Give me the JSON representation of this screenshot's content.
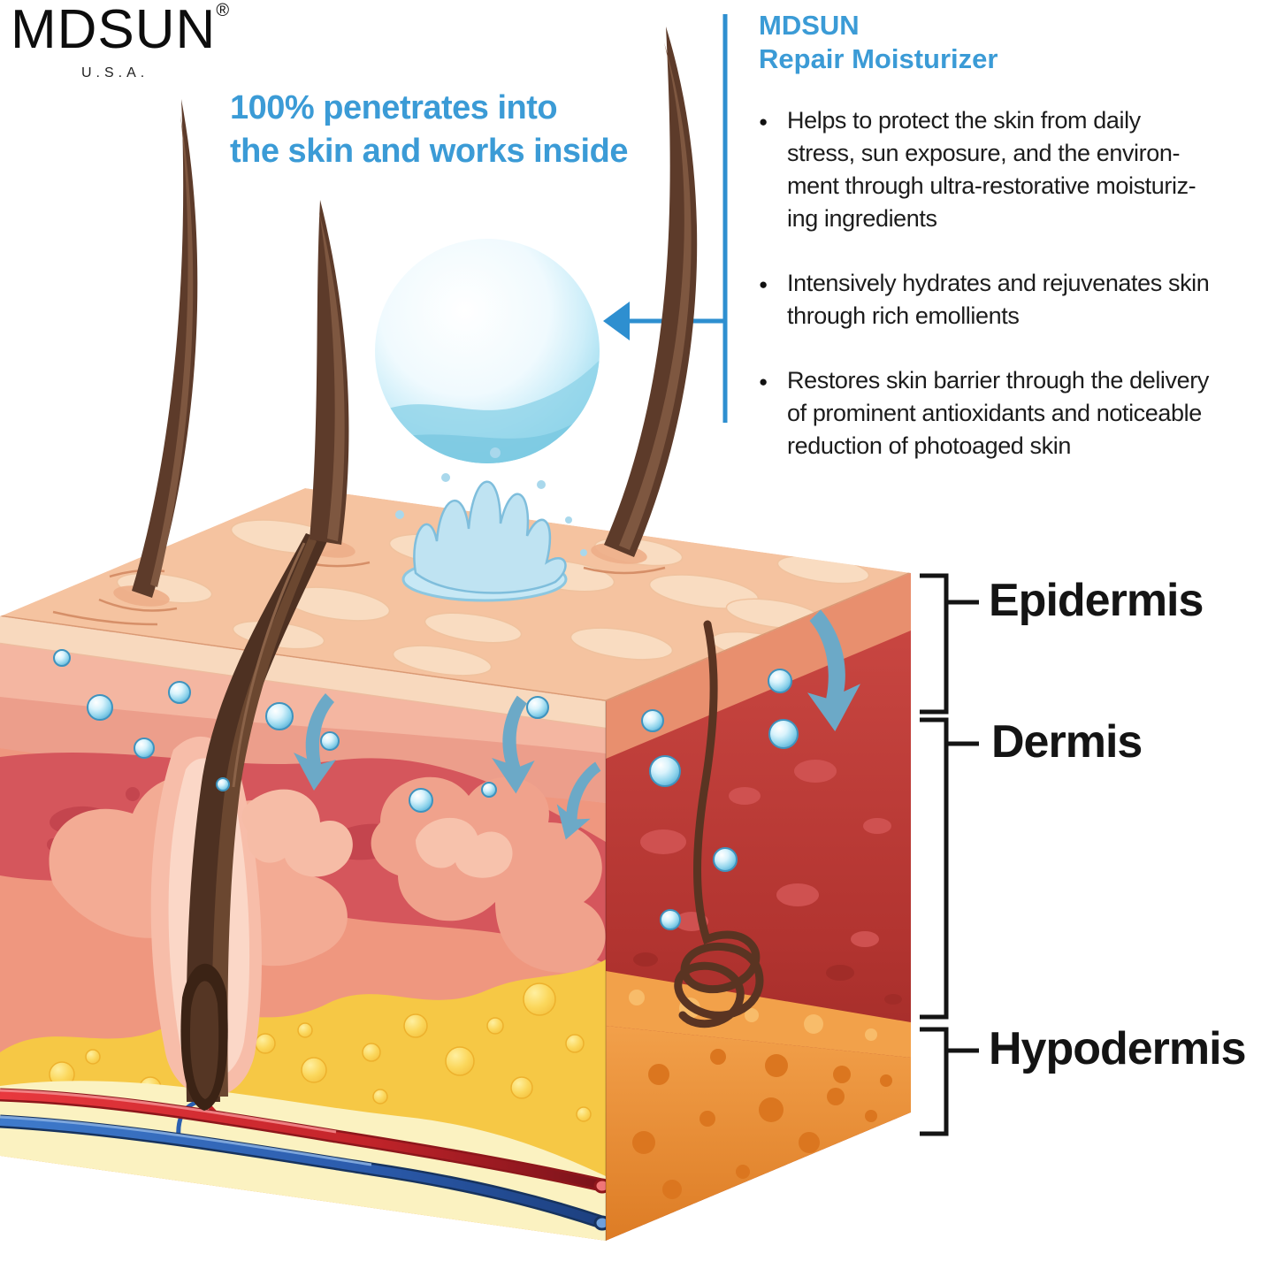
{
  "logo": {
    "brand": "MDSUN",
    "registered_mark": "®",
    "country": "U.S.A."
  },
  "headline": {
    "line1": "100% penetrates into",
    "line2": "the skin and works inside"
  },
  "product": {
    "heading_line1": "MDSUN",
    "heading_line2": "Repair Moisturizer",
    "bullet_glyph": "●",
    "benefits": [
      {
        "lines": [
          "Helps to protect the skin from daily",
          "stress, sun exposure, and the environ-",
          "ment through ultra-restorative moisturiz-",
          "ing ingredients"
        ]
      },
      {
        "lines": [
          "Intensively hydrates and rejuvenates skin",
          "through rich emollients"
        ]
      },
      {
        "lines": [
          "Restores skin barrier through the delivery",
          "of prominent antioxidants and noticeable",
          "reduction of photoaged skin"
        ]
      }
    ]
  },
  "skin_layers": {
    "epidermis": "Epidermis",
    "dermis": "Dermis",
    "hypodermis": "Hypodermis"
  },
  "colors": {
    "accent_blue": "#3B9BD6",
    "connector_blue": "#2E8FD0",
    "label_text": "#141414",
    "body_text": "#1c1c1c",
    "epidermis_pink": "#F4B6A1",
    "dermis_red": "#C8433F",
    "hypodermis_orange": "#EC9136",
    "fat_yellow": "#F6C845",
    "water_blue": "#8FD3E9",
    "hair_brown": "#5D3B2A"
  }
}
